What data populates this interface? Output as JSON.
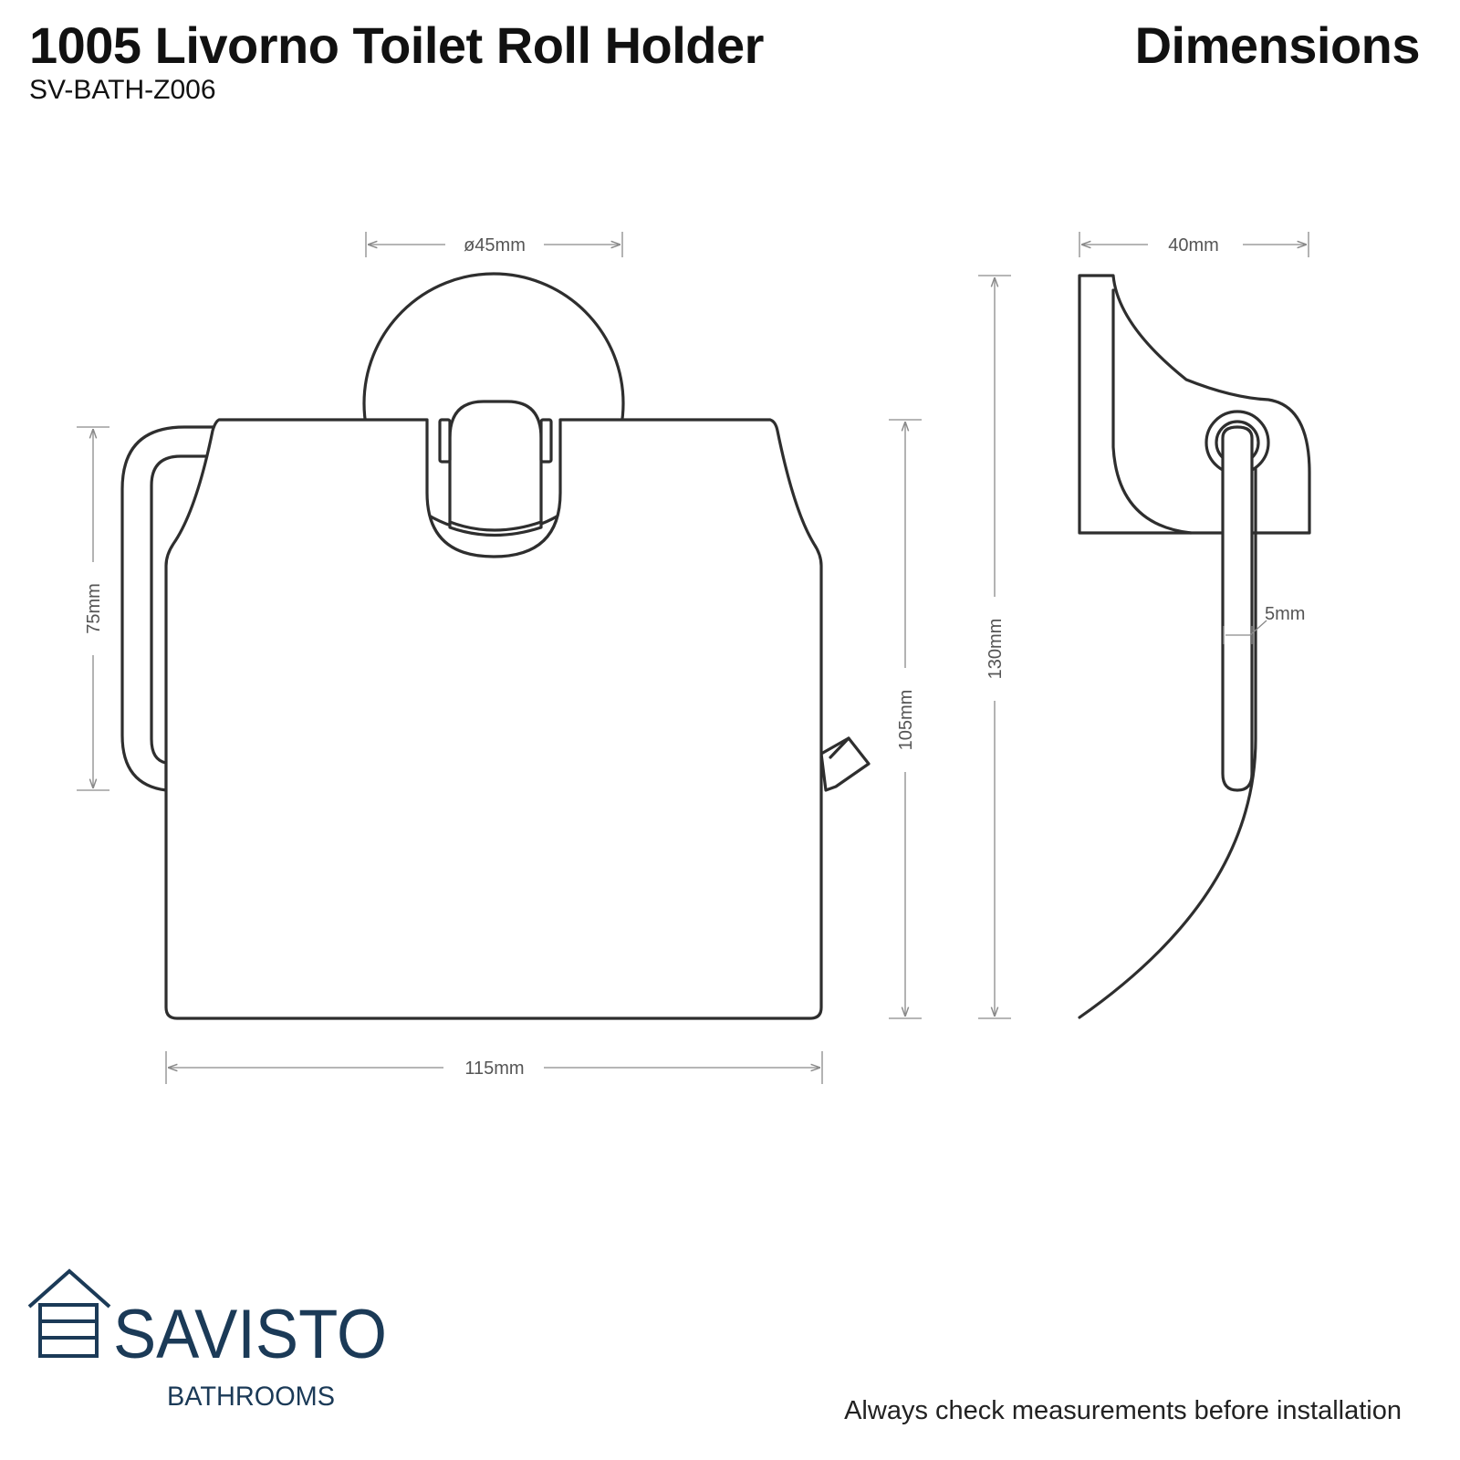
{
  "header": {
    "title": "1005 Livorno Toilet Roll Holder",
    "product_code": "SV-BATH-Z006",
    "section_heading": "Dimensions"
  },
  "dimensions": {
    "backplate_diameter": "ø45mm",
    "arm_height": "75mm",
    "overall_width": "115mm",
    "cover_height": "105mm",
    "overall_height": "130mm",
    "depth": "40mm",
    "cover_thickness": "5mm"
  },
  "brand": {
    "name": "SAVISTO",
    "subtitle": "BATHROOMS",
    "color": "#1b3a57"
  },
  "footer": {
    "note": "Always check measurements before installation"
  }
}
